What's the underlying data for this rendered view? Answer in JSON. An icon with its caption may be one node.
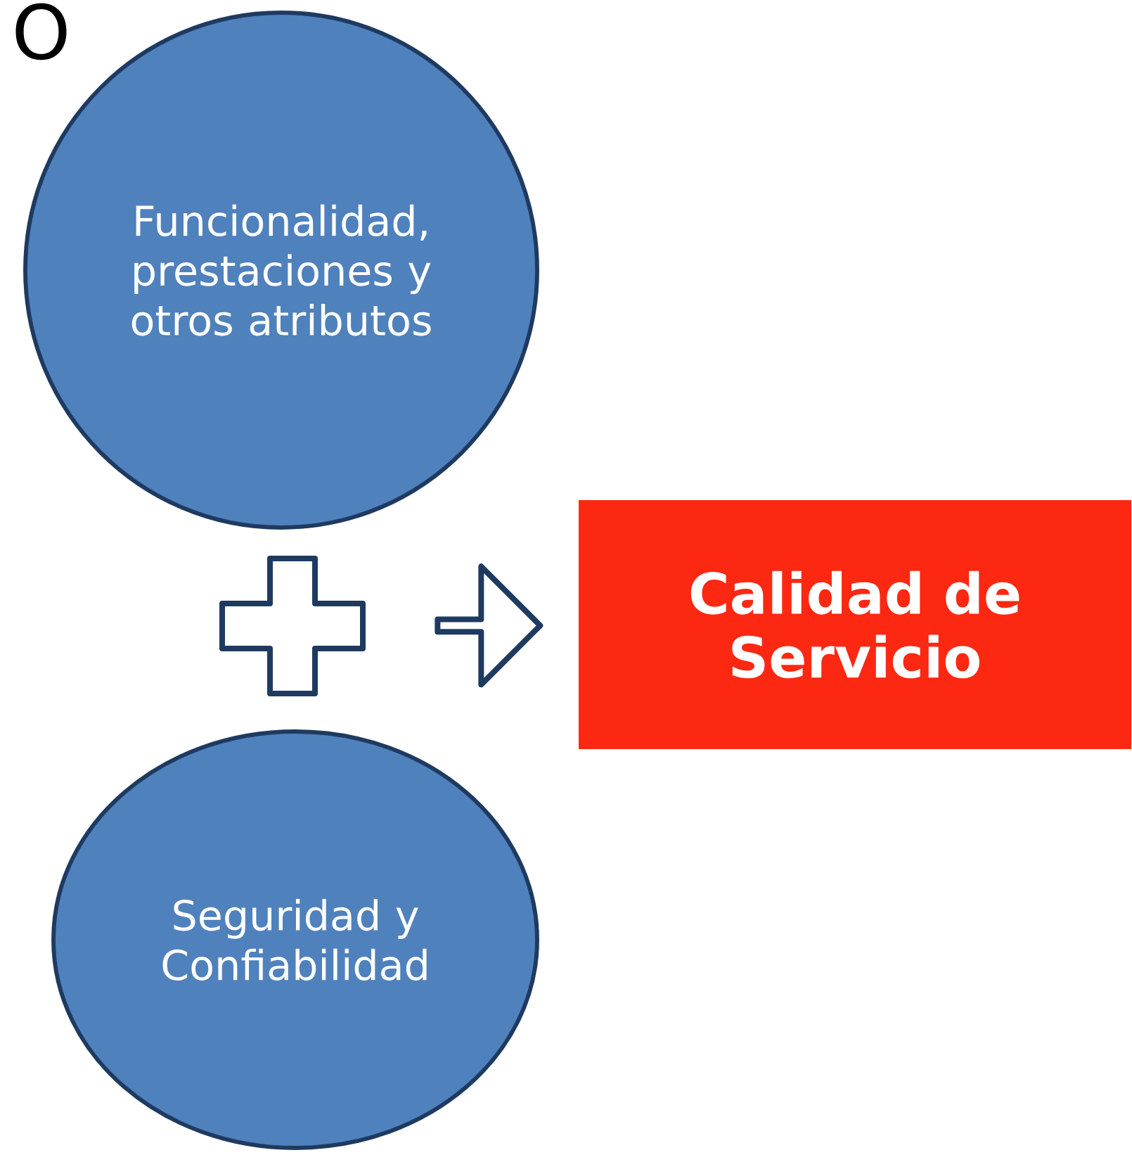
{
  "diagram": {
    "nodes": [
      {
        "text": [
          "Funcionalidad, prestaciones y otros atributos"
        ]
      },
      {
        "text": [
          "Seguridad y Confiabilidad"
        ]
      },
      {
        "text": [],
        "shape": "cross"
      },
      {
        "text": [
          "Calidad de Servicio"
        ]
      }
    ],
    "edges": [
      {
        "from": 2,
        "to": 3,
        "arrow": "to"
      }
    ],
    "labels": [
      "O"
    ]
  }
}
